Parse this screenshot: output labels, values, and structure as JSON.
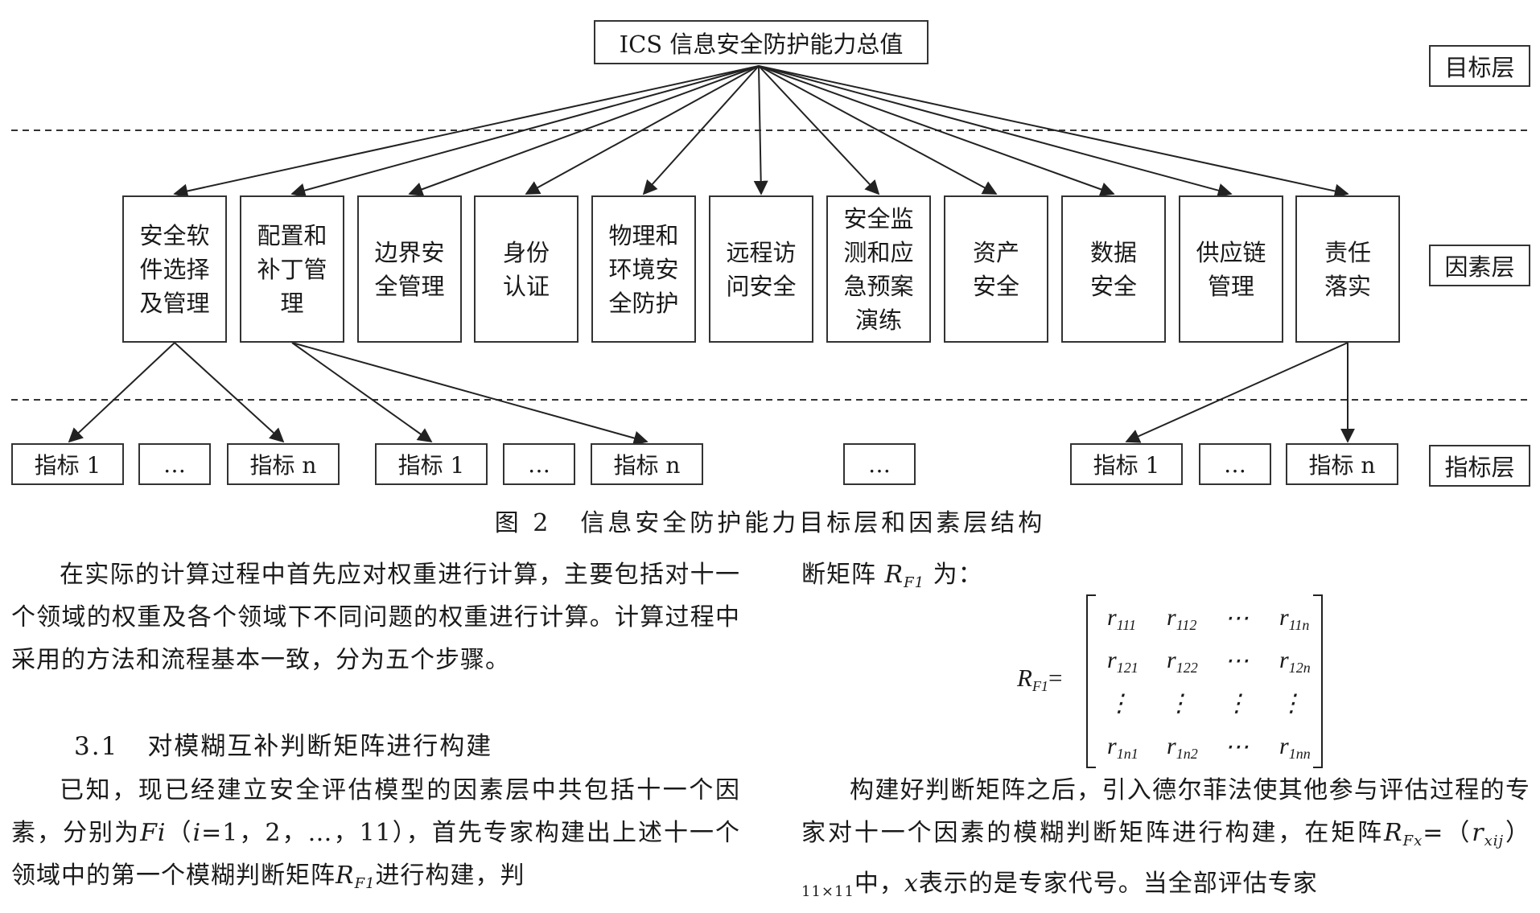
{
  "diagram": {
    "root": "ICS 信息安全防护能力总值",
    "layers": [
      "目标层",
      "因素层",
      "指标层"
    ],
    "factors": [
      [
        "安全软",
        "件选择",
        "及管理"
      ],
      [
        "配置和",
        "补丁管",
        "理"
      ],
      [
        "边界安",
        "全管理"
      ],
      [
        "身份",
        "认证"
      ],
      [
        "物理和",
        "环境安",
        "全防护"
      ],
      [
        "远程访",
        "问安全"
      ],
      [
        "安全监",
        "测和应",
        "急预案",
        "演练"
      ],
      [
        "资产",
        "安全"
      ],
      [
        "数据",
        "安全"
      ],
      [
        "供应链",
        "管理"
      ],
      [
        "责任",
        "落实"
      ]
    ],
    "indicators": [
      "指标 1",
      "…",
      "指标 n",
      "指标 1",
      "…",
      "指标 n",
      "…",
      "指标 1",
      "…",
      "指标 n"
    ]
  },
  "caption": {
    "number": "图 2",
    "text": "信息安全防护能力目标层和因素层结构"
  },
  "left": {
    "para1": "在实际的计算过程中首先应对权重进行计算，主要包括对十一个领域的权重及各个领域下不同问题的权重进行计算。计算过程中采用的方法和流程基本一致，分为五个步骤。",
    "heading_num": "3.1",
    "heading_text": "对模糊互补判断矩阵进行构建",
    "para2_a": "已知，现已经建立安全评估模型的因素层中共包括十一个因素，分别为",
    "para2_fi": "Fi",
    "para2_b": "（",
    "para2_i": "i",
    "para2_c": "=1，2，…，11），首先专家构建出上述十一个领域中的第一个模糊判断矩阵",
    "para2_R": "R",
    "para2_sub": "F1",
    "para2_d": "进行构建，判"
  },
  "right": {
    "line1_a": "断矩阵",
    "line1_R": "R",
    "line1_sub": "F1",
    "line1_b": "为：",
    "matrix_label": "R",
    "matrix_label_sub": "F1",
    "matrix_eq": "=",
    "matrix": [
      [
        [
          "r",
          "111"
        ],
        [
          "r",
          "112"
        ],
        [
          "⋯",
          ""
        ],
        [
          "r",
          "11n"
        ]
      ],
      [
        [
          "r",
          "121"
        ],
        [
          "r",
          "122"
        ],
        [
          "⋯",
          ""
        ],
        [
          "r",
          "12n"
        ]
      ],
      [
        [
          "⋮",
          ""
        ],
        [
          "⋮",
          ""
        ],
        [
          "⋮",
          ""
        ],
        [
          "⋮",
          ""
        ]
      ],
      [
        [
          "r",
          "1n1"
        ],
        [
          "r",
          "1n2"
        ],
        [
          "⋯",
          ""
        ],
        [
          "r",
          "1nn"
        ]
      ]
    ],
    "para_a": "构建好判断矩阵之后，引入德尔菲法使其他参与评估过程的专家对十一个因素的模糊判断矩阵进行构建，在矩阵",
    "para_R": "R",
    "para_Rsub": "Fx",
    "para_b": "=（",
    "para_r": "r",
    "para_rsub": "xij",
    "para_c": "）",
    "para_dim": "11×11",
    "para_d": "中，",
    "para_x": "x",
    "para_e": "表示的是专家代号。当全部评估专家"
  }
}
